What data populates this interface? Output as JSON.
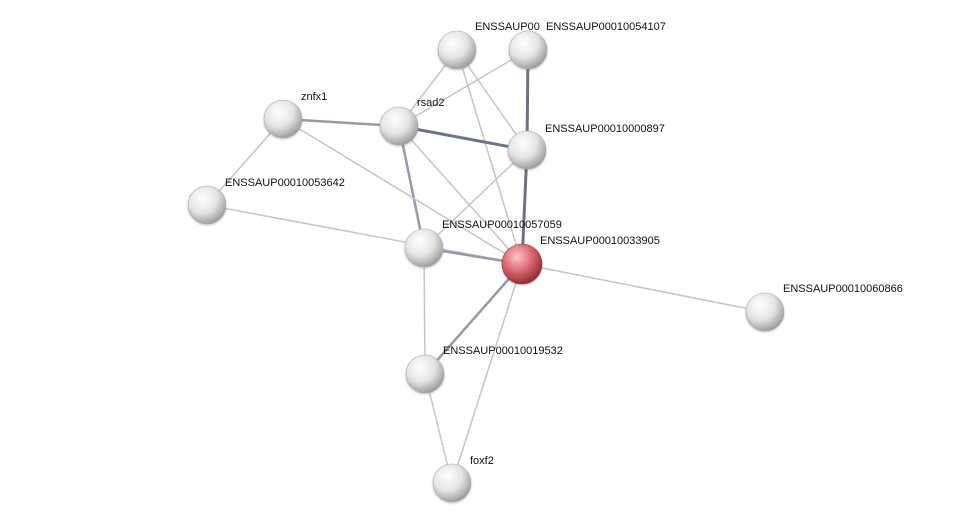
{
  "nodes": [
    {
      "id": "n_ensp0",
      "label": "ENSSAUP00",
      "query": false
    },
    {
      "id": "n_54107",
      "label": "ENSSAUP00010054107",
      "query": false
    },
    {
      "id": "n_rsad2",
      "label": "rsad2",
      "query": false
    },
    {
      "id": "n_znfx1",
      "label": "znfx1",
      "query": false
    },
    {
      "id": "n_897",
      "label": "ENSSAUP00010000897",
      "query": false
    },
    {
      "id": "n_53642",
      "label": "ENSSAUP00010053642",
      "query": false
    },
    {
      "id": "n_57059",
      "label": "ENSSAUP00010057059",
      "query": false
    },
    {
      "id": "n_33905",
      "label": "ENSSAUP00010033905",
      "query": true
    },
    {
      "id": "n_60866",
      "label": "ENSSAUP00010060866",
      "query": false
    },
    {
      "id": "n_19532",
      "label": "ENSSAUP00010019532",
      "query": false
    },
    {
      "id": "n_foxf2",
      "label": "foxf2",
      "query": false
    }
  ],
  "edges": [
    {
      "source": "n_ensp0",
      "target": "n_rsad2",
      "strength": "weak"
    },
    {
      "source": "n_ensp0",
      "target": "n_897",
      "strength": "weak"
    },
    {
      "source": "n_ensp0",
      "target": "n_33905",
      "strength": "weak"
    },
    {
      "source": "n_54107",
      "target": "n_rsad2",
      "strength": "weak"
    },
    {
      "source": "n_54107",
      "target": "n_897",
      "strength": "strong"
    },
    {
      "source": "n_rsad2",
      "target": "n_znfx1",
      "strength": "medium"
    },
    {
      "source": "n_rsad2",
      "target": "n_897",
      "strength": "strong"
    },
    {
      "source": "n_rsad2",
      "target": "n_57059",
      "strength": "medium"
    },
    {
      "source": "n_rsad2",
      "target": "n_33905",
      "strength": "weak"
    },
    {
      "source": "n_znfx1",
      "target": "n_53642",
      "strength": "weak"
    },
    {
      "source": "n_znfx1",
      "target": "n_33905",
      "strength": "weak"
    },
    {
      "source": "n_897",
      "target": "n_57059",
      "strength": "weak"
    },
    {
      "source": "n_897",
      "target": "n_33905",
      "strength": "strong"
    },
    {
      "source": "n_53642",
      "target": "n_33905",
      "strength": "weak"
    },
    {
      "source": "n_57059",
      "target": "n_33905",
      "strength": "medium"
    },
    {
      "source": "n_57059",
      "target": "n_19532",
      "strength": "weak"
    },
    {
      "source": "n_33905",
      "target": "n_60866",
      "strength": "weak"
    },
    {
      "source": "n_33905",
      "target": "n_19532",
      "strength": "medium"
    },
    {
      "source": "n_33905",
      "target": "n_foxf2",
      "strength": "weak"
    },
    {
      "source": "n_19532",
      "target": "n_foxf2",
      "strength": "weak"
    }
  ],
  "colors": {
    "node_fill": "#e4e4e4",
    "node_highlight": "#ffffff",
    "node_shade": "#9c9c9c",
    "query_fill": "#d8646c",
    "query_highlight": "#ffc4c6",
    "query_shade": "#8e2c33",
    "edge_weak": "#c4c4d0",
    "edge_medium": "#9898aa",
    "edge_strong": "#6c7288"
  }
}
